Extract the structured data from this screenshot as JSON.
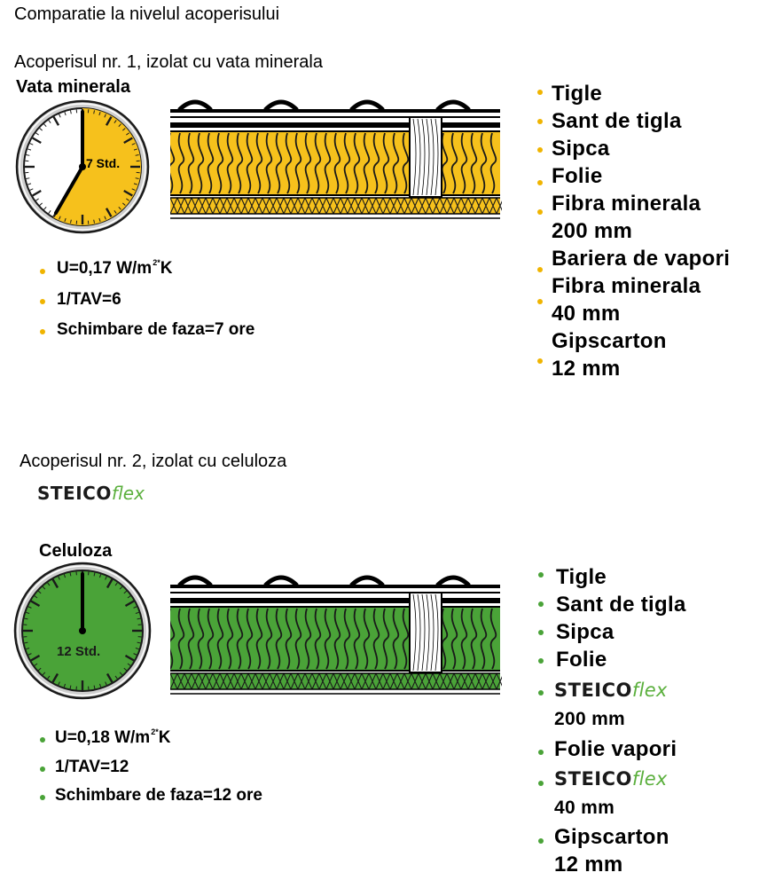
{
  "page": {
    "heading": "Comparatie la nivelul acoperisului"
  },
  "roof1": {
    "caption": "Acoperisul nr. 1, izolat cu vata minerala",
    "clock_title": "Vata minerala",
    "clock_label": "7 Std.",
    "clock_hours": 7,
    "accent_color": "#f6c11c",
    "props": [
      {
        "dot": "•",
        "text": "U=0,17 W/m",
        "sup": "2*",
        "tail": "K"
      },
      {
        "dot": "•",
        "text": "1/TAV=6"
      },
      {
        "dot": "•",
        "text": "Schimbare de faza=7 ore"
      }
    ],
    "layers": [
      {
        "text": "Tigle"
      },
      {
        "text": "Sant de tigla"
      },
      {
        "text": "Sipca"
      },
      {
        "text": "Folie"
      },
      {
        "text": "Fibra minerala"
      },
      {
        "text": "200 mm"
      },
      {
        "text": "Bariera de vapori"
      },
      {
        "text": "Fibra minerala"
      },
      {
        "text": "40 mm"
      },
      {
        "text": "Gipscarton"
      },
      {
        "text": "12 mm"
      }
    ]
  },
  "roof2": {
    "caption": "Acoperisul nr. 2, izolat cu celuloza",
    "brand_bold": "STEICO",
    "brand_italic": "flex",
    "clock_title": "Celuloza",
    "clock_label": "12 Std.",
    "clock_hours": 12,
    "accent_color": "#4aa338",
    "props": [
      {
        "text": "U=0,18 W/m",
        "sup": "2*",
        "tail": "K"
      },
      {
        "text": "1/TAV=12"
      },
      {
        "text": "Schimbare de faza=12 ore"
      }
    ],
    "layers": {
      "l1": "Tigle",
      "l2": "Sant de tigla",
      "l3": "Sipca",
      "l4": "Folie",
      "l5_bold": "STEICO",
      "l5_italic": "flex",
      "l6": "200 mm",
      "l7": "Folie vapori",
      "l8_bold": "STEICO",
      "l8_italic": "flex",
      "l9": "40 mm",
      "l10": "Gipscarton",
      "l11": "12 mm"
    }
  }
}
